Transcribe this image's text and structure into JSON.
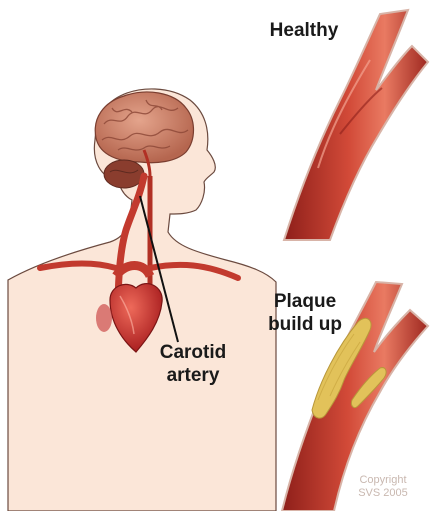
{
  "labels": {
    "healthy": "Healthy",
    "plaque_line1": "Plaque",
    "plaque_line2": "build up",
    "carotid_line1": "Carotid",
    "carotid_line2": "artery"
  },
  "copyright": {
    "line1": "Copyright",
    "line2": "SVS 2005"
  },
  "colors": {
    "artery": "#c23a2e",
    "artery_dark": "#8e1f1a",
    "artery_highlight": "#e86a55",
    "plaque": "#e2c25a",
    "skin": "#fbe6d8",
    "outline": "#6b4a3f",
    "brain": "#c97c64",
    "heart": "#c8282a"
  }
}
